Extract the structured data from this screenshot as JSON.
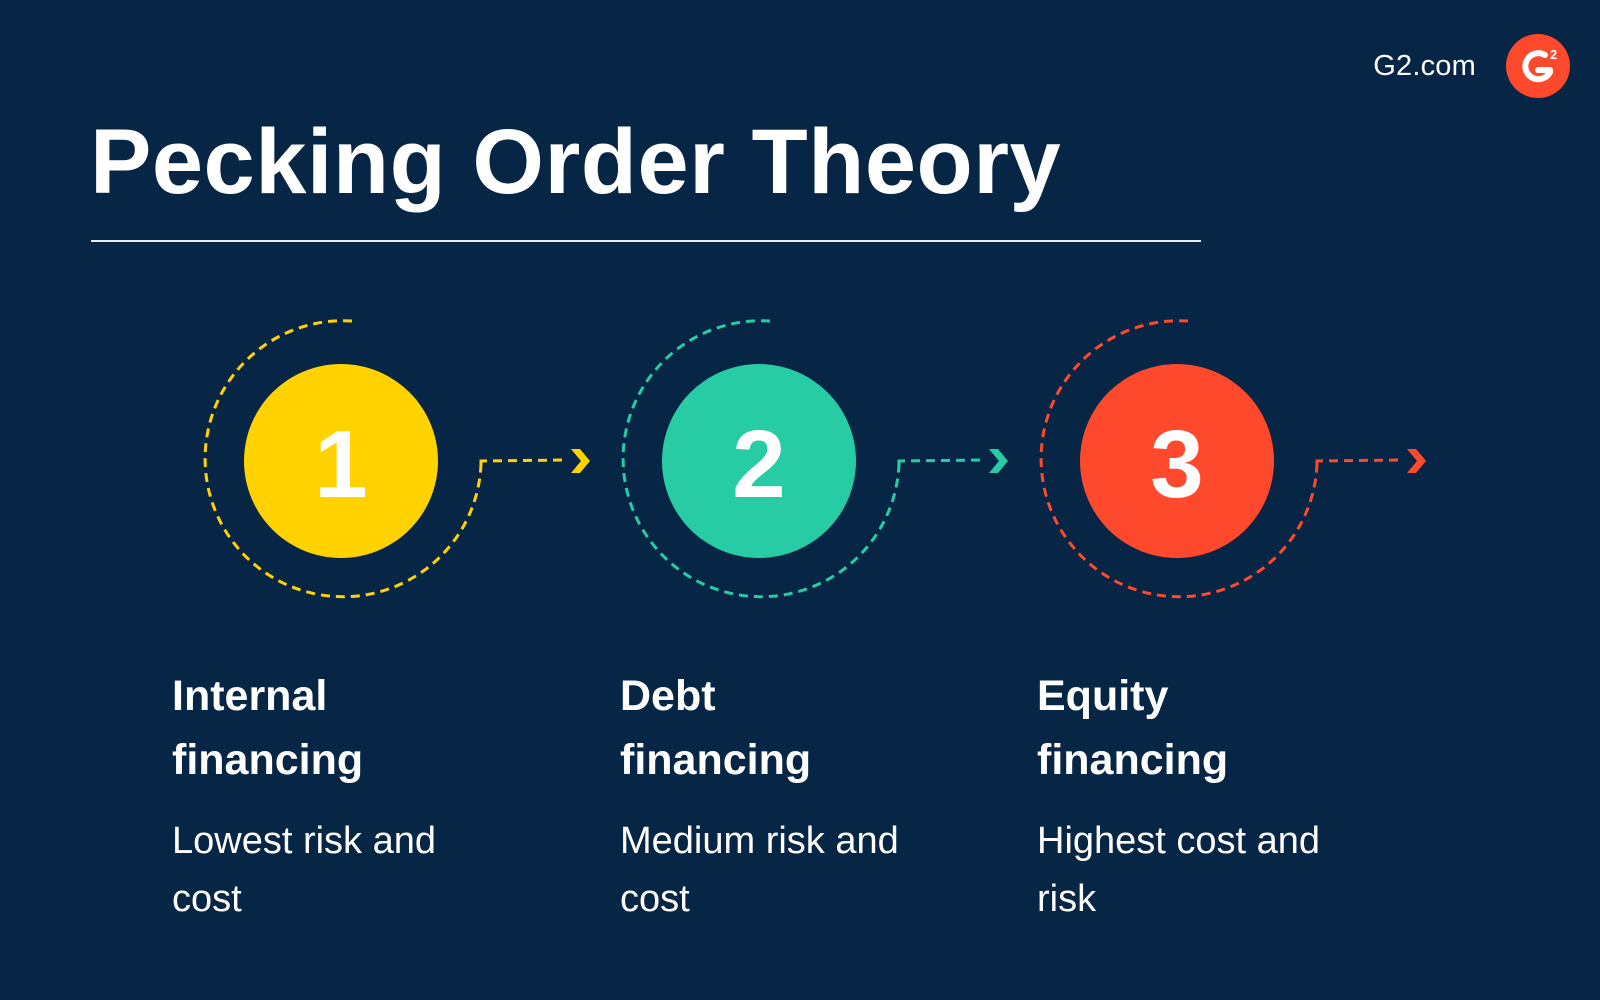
{
  "brand": {
    "site": "G2.com",
    "logo_icon": "g2-logo-icon",
    "logo_color": "#ff492c"
  },
  "title": "Pecking Order Theory",
  "steps": [
    {
      "number": "1",
      "title_line1": "Internal",
      "title_line2": "financing",
      "desc_line1": "Lowest risk and",
      "desc_line2": "cost",
      "color": "#ffd200"
    },
    {
      "number": "2",
      "title_line1": "Debt",
      "title_line2": "financing",
      "desc_line1": "Medium risk and",
      "desc_line2": "cost",
      "color": "#27cca5"
    },
    {
      "number": "3",
      "title_line1": "Equity",
      "title_line2": "financing",
      "desc_line1": "Highest cost and",
      "desc_line2": "risk",
      "color": "#ff492c"
    }
  ]
}
